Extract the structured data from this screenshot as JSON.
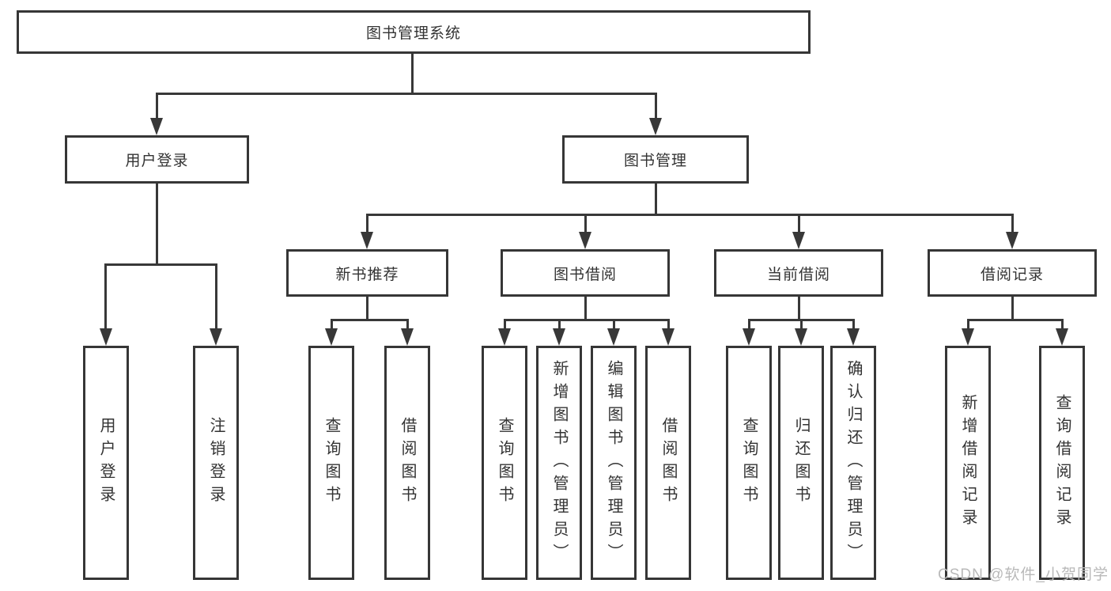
{
  "nodes": {
    "root": "图书管理系统",
    "user_login": "用户登录",
    "book_mgmt": "图书管理",
    "new_book_rec": "新书推荐",
    "book_borrow": "图书借阅",
    "current_borrow": "当前借阅",
    "borrow_records": "借阅记录"
  },
  "leaves": {
    "user_login": [
      "用户登录",
      "注销登录"
    ],
    "new_book_rec": [
      "查询图书",
      "借阅图书"
    ],
    "book_borrow": [
      "查询图书",
      "新增图书（管理员）",
      "编辑图书（管理员）",
      "借阅图书"
    ],
    "current_borrow": [
      "查询图书",
      "归还图书",
      "确认归还（管理员）"
    ],
    "borrow_records": [
      "新增借阅记录",
      "查询借阅记录"
    ]
  },
  "watermark": "CSDN @软件_小贺同学",
  "colors": {
    "line": "#383838",
    "box_border": "#363636",
    "text": "#333333",
    "watermark": "#b9b9b9",
    "background": "#ffffff"
  }
}
